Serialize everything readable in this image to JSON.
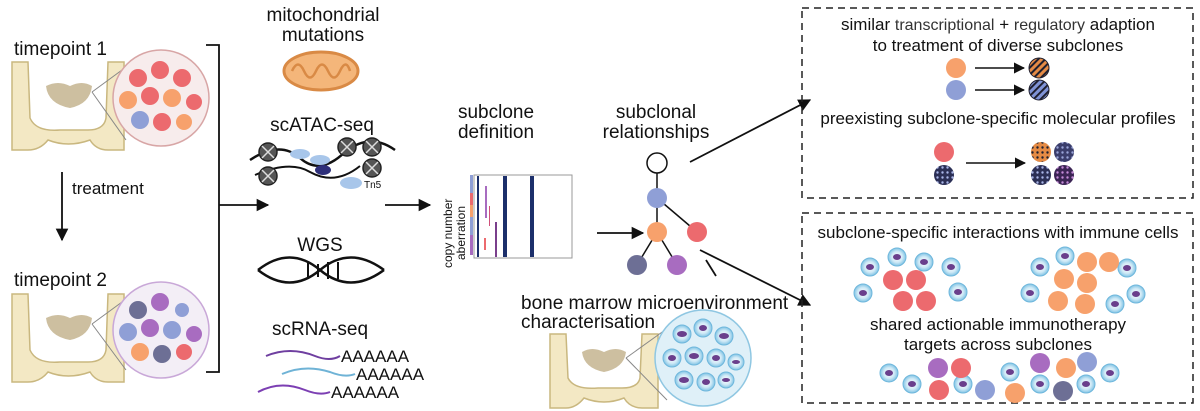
{
  "left": {
    "timepoint1": "timepoint 1",
    "treatment": "treatment",
    "timepoint2": "timepoint 2"
  },
  "methods": {
    "mito_line1": "mitochondrial",
    "mito_line2": "mutations",
    "scatac": "scATAC-seq",
    "tn5": "Tn5",
    "wgs": "WGS",
    "scrna": "scRNA-seq",
    "polya1": "AAAAAA",
    "polya2": "AAAAAA",
    "polya3": "AAAAAA"
  },
  "center": {
    "subclone_def_line1": "subclone",
    "subclone_def_line2": "definition",
    "cna_axis_line1": "copy number",
    "cna_axis_line2": "aberration",
    "subclonal_rel_line1": "subclonal",
    "subclonal_rel_line2": "relationships",
    "bm_line1": "bone marrow microenvironment",
    "bm_line2": "characterisation"
  },
  "top_box": {
    "title_prefix": "similar ",
    "title_transcriptional": "transcriptional",
    "title_plus": " + ",
    "title_regulatory": "regulatory",
    "title_suffix": " adaption",
    "title_line2": "to treatment of diverse subclones",
    "preexisting": "preexisting subclone-specific molecular profiles"
  },
  "bottom_box": {
    "interactions": "subclone-specific interactions with immune cells",
    "targets_line1": "shared actionable immunotherapy",
    "targets_line2": "targets across subclones"
  },
  "colors": {
    "salmon": "#ec6a6e",
    "orange": "#f7a16c",
    "blue": "#8f9fd6",
    "purple": "#a86cc0",
    "slate": "#6d6f95",
    "body": "#f3e8c4",
    "body_stroke": "#c9b77f",
    "immune": "#b9e2f2",
    "text": "#111111"
  }
}
